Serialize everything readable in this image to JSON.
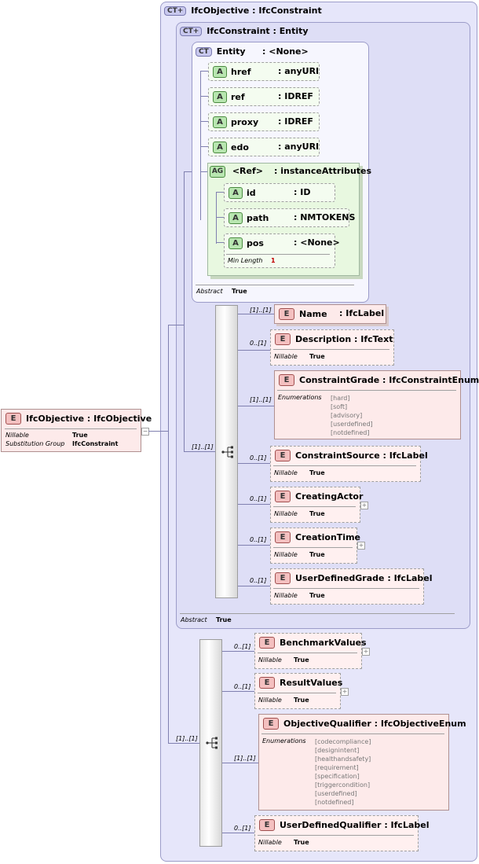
{
  "root": {
    "name": "IfcObjective",
    "type": ": IfcObjective",
    "props": [
      {
        "k": "Nillable",
        "v": "True"
      },
      {
        "k": "Substitution Group",
        "v": "IfcConstraint"
      }
    ]
  },
  "ct_outer": {
    "badge": "CT",
    "title": "IfcObjective : IfcConstraint"
  },
  "ct_mid": {
    "badge": "CT",
    "title": "IfcConstraint : Entity",
    "abstract_label": "Abstract",
    "abstract_value": "True"
  },
  "ct_entity": {
    "badge": "CT",
    "name": "Entity",
    "type": ": <None>",
    "abstract_label": "Abstract",
    "abstract_value": "True"
  },
  "attributes": [
    {
      "badge": "A",
      "name": "href",
      "type": ": anyURI"
    },
    {
      "badge": "A",
      "name": "ref",
      "type": ": IDREF"
    },
    {
      "badge": "A",
      "name": "proxy",
      "type": ": IDREF"
    },
    {
      "badge": "A",
      "name": "edo",
      "type": ": anyURI"
    }
  ],
  "attr_group": {
    "badge": "AG",
    "name": "<Ref>",
    "type": ": instanceAttributes",
    "items": [
      {
        "badge": "A",
        "name": "id",
        "type": ": ID"
      },
      {
        "badge": "A",
        "name": "path",
        "type": ": NMTOKENS"
      },
      {
        "badge": "A",
        "name": "pos",
        "type": ": <None>",
        "prop_k": "Min Length",
        "prop_v": "1"
      }
    ]
  },
  "constraint_seq": {
    "mult": "[1]..[1]",
    "elements": [
      {
        "badge": "E",
        "mult": "[1]..[1]",
        "name": "Name",
        "type": ": IfcLabel"
      },
      {
        "badge": "E",
        "mult": "0..[1]",
        "name": "Description",
        "type": ": IfcText",
        "prop_k": "Nillable",
        "prop_v": "True"
      },
      {
        "badge": "E",
        "mult": "[1]..[1]",
        "name": "ConstraintGrade",
        "type": ": IfcConstraintEnum",
        "enum_label": "Enumerations",
        "enums": [
          "[hard]",
          "[soft]",
          "[advisory]",
          "[userdefined]",
          "[notdefined]"
        ]
      },
      {
        "badge": "E",
        "mult": "0..[1]",
        "name": "ConstraintSource",
        "type": ": IfcLabel",
        "prop_k": "Nillable",
        "prop_v": "True"
      },
      {
        "badge": "E",
        "mult": "0..[1]",
        "name": "CreatingActor",
        "type": "",
        "prop_k": "Nillable",
        "prop_v": "True"
      },
      {
        "badge": "E",
        "mult": "0..[1]",
        "name": "CreationTime",
        "type": "",
        "prop_k": "Nillable",
        "prop_v": "True"
      },
      {
        "badge": "E",
        "mult": "0..[1]",
        "name": "UserDefinedGrade",
        "type": ": IfcLabel",
        "prop_k": "Nillable",
        "prop_v": "True"
      }
    ]
  },
  "objective_seq": {
    "mult": "[1]..[1]",
    "elements": [
      {
        "badge": "E",
        "mult": "0..[1]",
        "name": "BenchmarkValues",
        "type": "",
        "prop_k": "Nillable",
        "prop_v": "True"
      },
      {
        "badge": "E",
        "mult": "0..[1]",
        "name": "ResultValues",
        "type": "",
        "prop_k": "Nillable",
        "prop_v": "True"
      },
      {
        "badge": "E",
        "mult": "[1]..[1]",
        "name": "ObjectiveQualifier",
        "type": ": IfcObjectiveEnum",
        "enum_label": "Enumerations",
        "enums": [
          "[codecompliance]",
          "[designintent]",
          "[healthandsafety]",
          "[requirement]",
          "[specification]",
          "[triggercondition]",
          "[userdefined]",
          "[notdefined]"
        ]
      },
      {
        "badge": "E",
        "mult": "0..[1]",
        "name": "UserDefinedQualifier",
        "type": ": IfcLabel",
        "prop_k": "Nillable",
        "prop_v": "True"
      }
    ]
  },
  "icons": {
    "ct": "ct-plus-icon",
    "attribute": "attribute-icon",
    "element": "element-icon",
    "sequence": "sequence-icon",
    "expand": "expand-plus-icon"
  },
  "colors": {
    "complex_type_bg": "#e6e6fa",
    "element_bg": "#fdeaea",
    "attribute_bg": "#f4fcf0",
    "connector": "#8080b0"
  }
}
